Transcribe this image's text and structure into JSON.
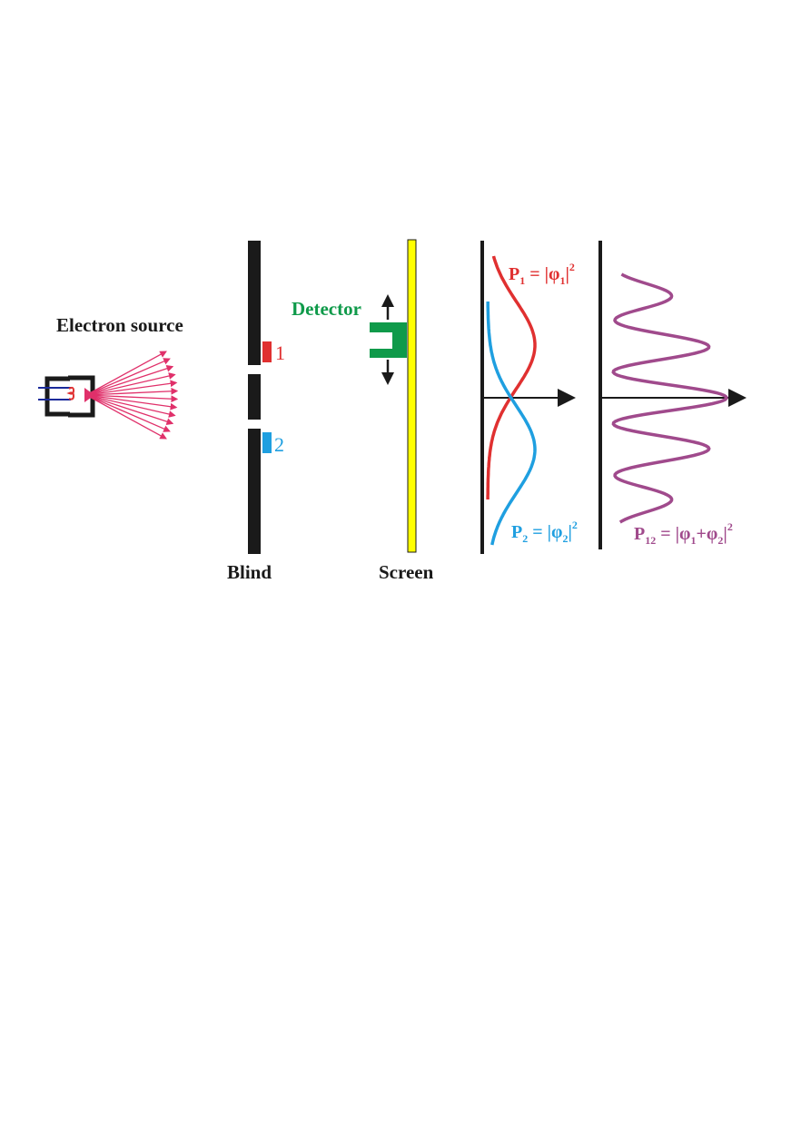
{
  "labels": {
    "electron_source": "Electron source",
    "blind": "Blind",
    "screen": "Screen",
    "detector": "Detector",
    "slit_1": "1",
    "slit_2": "2"
  },
  "formulas": {
    "p1": {
      "lhs": "P",
      "lhs_sub": "1",
      "eq": " = |",
      "phi": "φ",
      "phi_sub": "1",
      "close": "|",
      "sup": "2"
    },
    "p2": {
      "lhs": "P",
      "lhs_sub": "2",
      "eq": " = |",
      "phi": "φ",
      "phi_sub": "2",
      "close": "|",
      "sup": "2"
    },
    "p12": {
      "lhs": "P",
      "lhs_sub": "12",
      "eq": " = |",
      "phi_a": "φ",
      "phi_a_sub": "1",
      "plus": "+",
      "phi_b": "φ",
      "phi_b_sub": "2",
      "close": "|",
      "sup": "2"
    }
  },
  "colors": {
    "black": "#1a1a1a",
    "red": "#e03030",
    "blue": "#1f9fe0",
    "green": "#0f9a4a",
    "yellow": "#ffff00",
    "purple": "#a04a8c",
    "ray": "#e0306a"
  }
}
